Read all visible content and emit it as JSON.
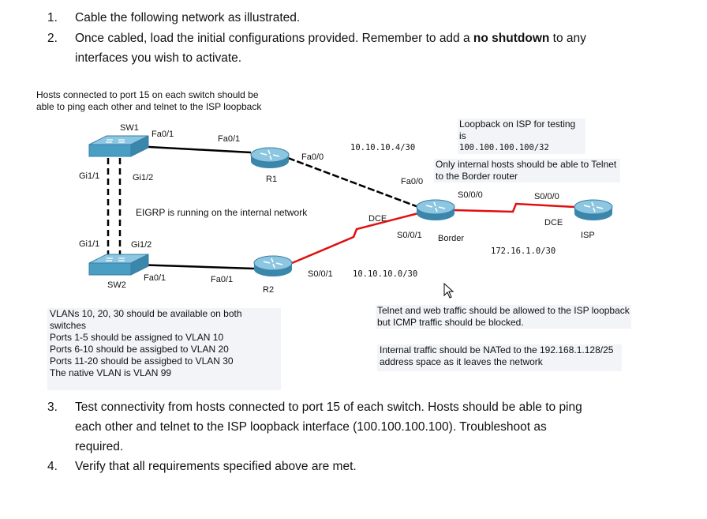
{
  "instructions_top": [
    {
      "num": "1.",
      "lines": [
        "Cable the following network as illustrated."
      ]
    },
    {
      "num": "2.",
      "before": "Once cabled, load the initial configurations provided.  Remember to add a ",
      "bold": "no shutdown",
      "after": " to any",
      "line2": "interfaces you wish to activate."
    }
  ],
  "instructions_bottom": [
    {
      "num": "3.",
      "lines": [
        "Test connectivity from hosts connected to port 15 of each switch.  Hosts should be able to ping",
        "each other and telnet to the ISP loopback interface (100.100.100.100). Troubleshoot as",
        "required."
      ]
    },
    {
      "num": "4.",
      "lines": [
        "Verify that all requirements specified above are met."
      ]
    }
  ],
  "notes": {
    "hosts": [
      "Hosts connected to port 15 on each switch should be",
      "able to ping each other and telnet to the ISP loopback"
    ],
    "loopback": [
      "Loopback on ISP for testing is",
      "100.100.100.100/32"
    ],
    "telnet_border": [
      "Only internal hosts should be able to Telnet",
      "to the Border router"
    ],
    "eigrp": "EIGRP is running on the internal network",
    "vlans": [
      "VLANs 10, 20, 30 should be available on both switches",
      "Ports 1-5 should be assigned to VLAN 10",
      "Ports 6-10 should be assigbed to VLAN 20",
      "Ports 11-20 should be assigbed to VLAN 30",
      "The native VLAN is VLAN 99"
    ],
    "web_traffic": [
      "Telnet and web traffic should be allowed to the ISP loopback",
      "but ICMP traffic should be blocked."
    ],
    "nat": [
      "Internal traffic should be NATed to the 192.168.1.128/25",
      "address space as it leaves the network"
    ]
  },
  "devices": {
    "sw1": "SW1",
    "sw2": "SW2",
    "r1": "R1",
    "r2": "R2",
    "border": "Border",
    "isp": "ISP"
  },
  "ports": {
    "sw1_fa01": "Fa0/1",
    "r1_fa01": "Fa0/1",
    "r1_fa00": "Fa0/0",
    "border_fa00": "Fa0/0",
    "sw1_gi11": "Gi1/1",
    "sw1_gi12": "Gi1/2",
    "sw2_gi11": "Gi1/1",
    "sw2_gi12": "Gi1/2",
    "sw2_fa01": "Fa0/1",
    "r2_fa01": "Fa0/1",
    "r2_s001": "S0/0/1",
    "border_s001": "S0/0/1",
    "border_s000": "S0/0/0",
    "isp_s000": "S0/0/0",
    "dce_r2border": "DCE",
    "dce_isp": "DCE"
  },
  "networks": {
    "r1_border": "10.10.10.4/30",
    "r2_border": "10.10.10.0/30",
    "border_isp": "172.16.1.0/30"
  },
  "colors": {
    "ethernet": "#000000",
    "serial": "#e01010",
    "crossover": "#000000",
    "router": "#4a9ec4",
    "switch": "#4a9ec4"
  }
}
